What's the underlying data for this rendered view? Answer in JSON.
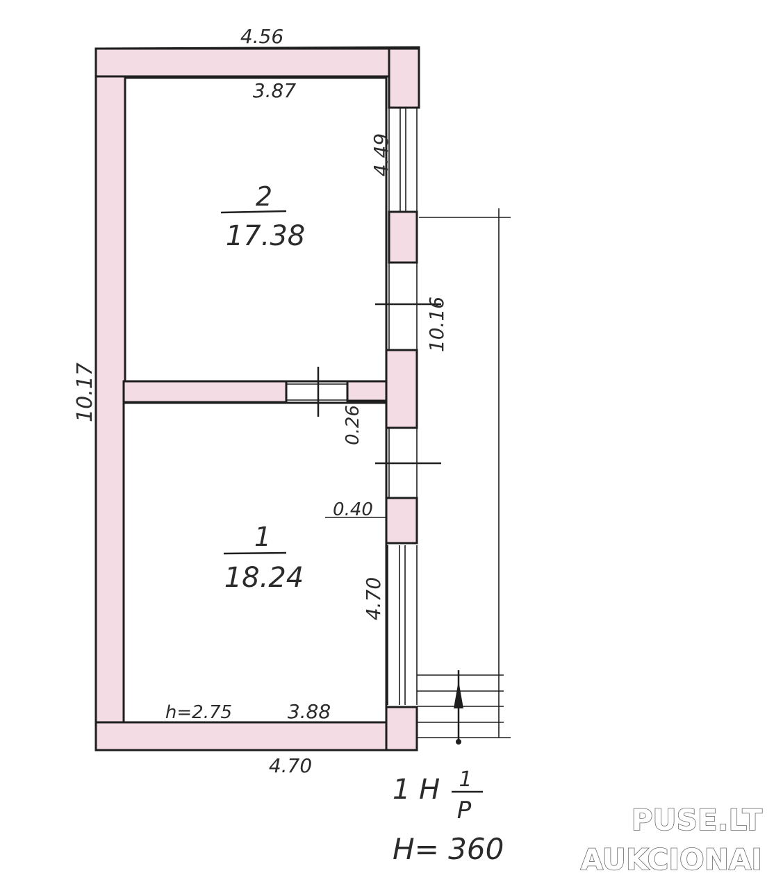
{
  "plan": {
    "rooms": [
      {
        "number": "2",
        "area": "17.38"
      },
      {
        "number": "1",
        "area": "18.24"
      }
    ],
    "dimensions": {
      "top_outer": "4.56",
      "top_inner": "3.87",
      "window_upper": "4.49",
      "right_total": "10.16",
      "left_total": "10.17",
      "door_gap": "0.26",
      "pier_width": "0.40",
      "window_lower": "4.70",
      "bottom_inner": "3.88",
      "height_label": "h=2.75",
      "bottom_outer": "4.70"
    },
    "stamp": {
      "designation": "1 H",
      "fraction_num": "1",
      "fraction_den": "P",
      "height": "H= 360"
    }
  },
  "watermark": {
    "line1": "PUSE.LT",
    "line2": "AUKCIONAI"
  },
  "colors": {
    "wall_fill": "#f3dce3",
    "ink": "#1e1e1e"
  }
}
